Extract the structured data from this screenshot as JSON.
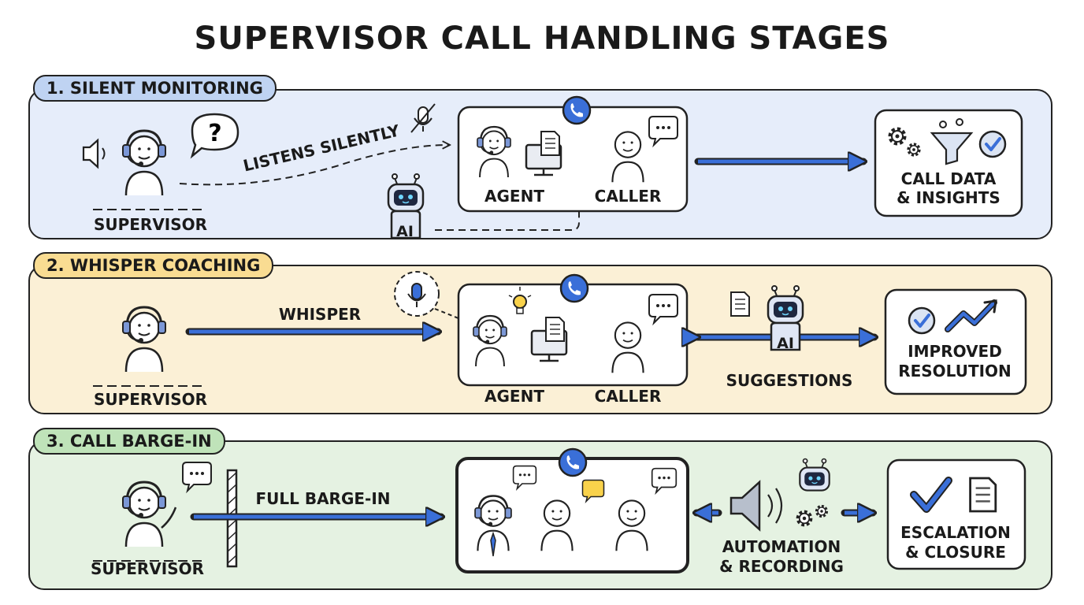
{
  "title": "SUPERVISOR CALL HANDLING STAGES",
  "stages": [
    {
      "label": "1. SILENT MONITORING",
      "supervisor": "SUPERVISOR",
      "action": "LISTENS SILENTLY",
      "agent": "AGENT",
      "caller": "CALLER",
      "bot": "AI",
      "outcome_line1": "CALL DATA",
      "outcome_line2": "& INSIGHTS"
    },
    {
      "label": "2. WHISPER COACHING",
      "supervisor": "SUPERVISOR",
      "action": "WHISPER",
      "agent": "AGENT",
      "caller": "CALLER",
      "bot": "AI",
      "middle": "SUGGESTIONS",
      "outcome_line1": "IMPROVED",
      "outcome_line2": "RESOLUTION"
    },
    {
      "label": "3. CALL BARGE-IN",
      "supervisor": "SUPERVISOR",
      "action": "FULL BARGE-IN",
      "middle_line1": "AUTOMATION",
      "middle_line2": "& RECORDING",
      "outcome_line1": "ESCALATION",
      "outcome_line2": "& CLOSURE"
    }
  ],
  "colors": {
    "stage1_bg": "#e6edfa",
    "stage1_pill": "#bfd3f2",
    "stage2_bg": "#fbf0d6",
    "stage2_pill": "#f9dc92",
    "stage3_bg": "#e5f2e2",
    "stage3_pill": "#bfe3b9",
    "accent_blue": "#3a6fd8",
    "ink": "#222222"
  },
  "icons": [
    "speaker-icon",
    "headset-icon",
    "question-bubble-icon",
    "muted-mic-icon",
    "phone-icon",
    "robot-icon",
    "gears-icon",
    "funnel-icon",
    "check-icon",
    "lightbulb-icon",
    "document-icon",
    "trend-arrow-icon",
    "chat-bubble-icon",
    "wall-icon"
  ]
}
